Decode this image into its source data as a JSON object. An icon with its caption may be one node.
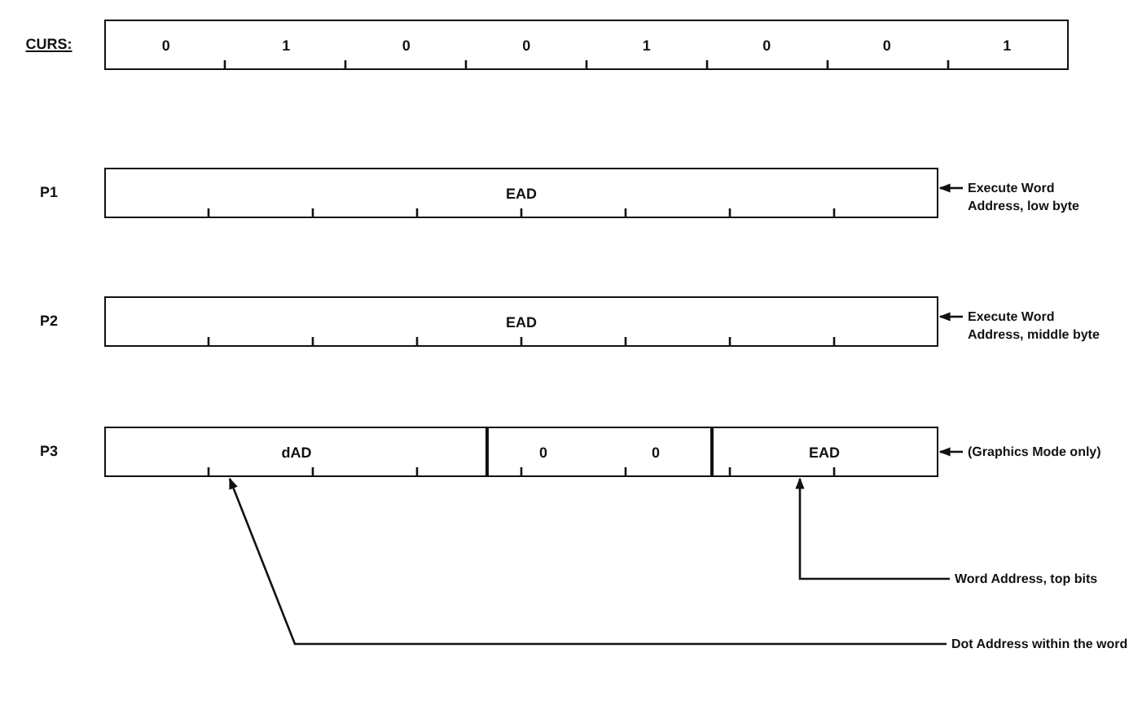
{
  "diagram": {
    "nodes": [
      {
        "text": [
          "0",
          "1",
          "0",
          "0",
          "1",
          "0",
          "0",
          "1"
        ]
      },
      {
        "text": [
          "EAD"
        ]
      },
      {
        "text": [
          "Execute Word Address, low byte"
        ]
      },
      {
        "text": [
          "EAD"
        ]
      },
      {
        "text": [
          "Execute Word Address, middle byte"
        ]
      },
      {
        "text": [
          "dAD"
        ]
      },
      {
        "text": [
          "0",
          "0"
        ]
      },
      {
        "text": [
          "EAD"
        ]
      },
      {
        "text": [
          "(Graphics Mode only)"
        ]
      },
      {
        "text": [
          "Word Address, top bits"
        ]
      },
      {
        "text": [
          "Dot Address within the word"
        ]
      }
    ],
    "edges": [
      {
        "from": 2,
        "to": 1,
        "arrow": "to"
      },
      {
        "from": 4,
        "to": 3,
        "arrow": "to"
      },
      {
        "from": 8,
        "to": 7,
        "arrow": "to"
      },
      {
        "from": 9,
        "to": 7,
        "arrow": "to"
      },
      {
        "from": 10,
        "to": 5,
        "arrow": "to"
      }
    ],
    "labels": [
      "CURS:",
      "P1",
      "P2",
      "P3"
    ]
  }
}
